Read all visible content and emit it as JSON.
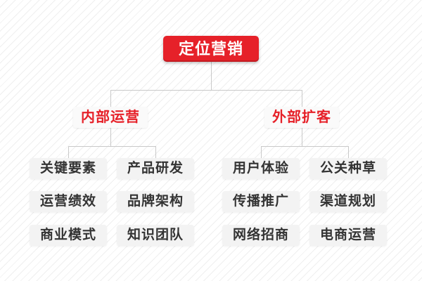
{
  "diagram": {
    "root": {
      "label": "定位营销"
    },
    "branches": [
      {
        "label": "内部运营",
        "children": [
          "关键要素",
          "产品研发",
          "运营绩效",
          "品牌架构",
          "商业模式",
          "知识团队"
        ]
      },
      {
        "label": "外部扩客",
        "children": [
          "用户体验",
          "公关种草",
          "传播推广",
          "渠道规划",
          "网络招商",
          "电商运营"
        ]
      }
    ]
  },
  "colors": {
    "root_bg": "#e62129",
    "root_text": "#ffffff",
    "branch_bg": "#fafafa",
    "branch_text": "#e62129",
    "leaf_bg": "#f3f3f3",
    "leaf_text": "#333333",
    "connector": "#c9c9c9",
    "stripe": "#efefef",
    "background": "#ffffff"
  }
}
